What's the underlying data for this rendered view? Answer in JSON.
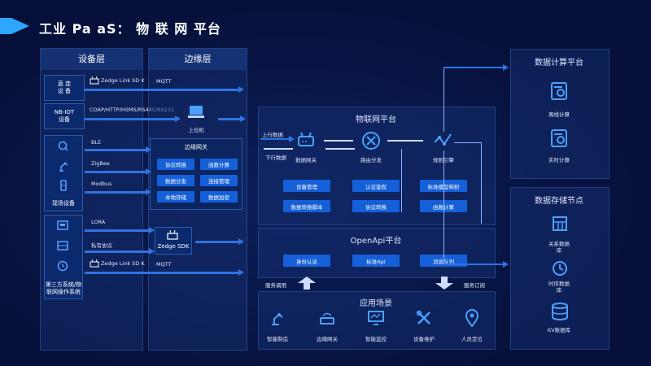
{
  "title": "工业 Pa aS： 物 联 网 平台",
  "device_layer": {
    "title": "设备层",
    "direct": "直 连\n设 备",
    "nbiot": "NB-IOT\n设备",
    "field": "现场设备",
    "third": "第三方系统/物\n联网操作系统"
  },
  "edge_layer": {
    "title": "边缘层",
    "pc": "上位机",
    "gateway_title": "边缘网关",
    "gateway_buttons": [
      "协议转换",
      "函数计算",
      "数据分发",
      "连接管理",
      "本地存储",
      "数据加密"
    ],
    "zedge_sdk": "Zedge SDK"
  },
  "links": {
    "zedge1": "Zedge Link SD K",
    "mqtt1": "MQTT",
    "coap": "COAP/HTTP/HSMS/RS485/RS232",
    "ble": "BLE",
    "zigbee": "ZigBee",
    "modbus": "Modbus",
    "lora": "LORA",
    "private": "私有协议",
    "zedge2": "Zedge Link SD K",
    "mqtt2": "MQTT"
  },
  "iot_platform": {
    "title": "物联网平台",
    "up": "上行数据",
    "down": "下行数据",
    "gateway": "数据网关",
    "routing": "路由分发",
    "rules": "规则引擎",
    "buttons": [
      "设备管理",
      "认证鉴权",
      "标准模型映射",
      "数据转换脚本",
      "协议转换",
      "函数计算"
    ]
  },
  "openapi": {
    "title": "OpenApi平台",
    "buttons": [
      "身份认证",
      "标准Api",
      "消息队列"
    ],
    "call": "服务调用",
    "subscribe": "服务订阅"
  },
  "apps": {
    "title": "应用场景",
    "items": [
      "智能制造",
      "边缘网关",
      "智能监控",
      "设备维护",
      "人员定位"
    ]
  },
  "compute": {
    "title": "数据计算平台",
    "offline": "离线计算",
    "realtime": "实时计算"
  },
  "storage": {
    "title": "数据存储节点",
    "relational": "关系数据\n库",
    "timeseries": "时序数据\n库",
    "kv": "KV数据库"
  }
}
